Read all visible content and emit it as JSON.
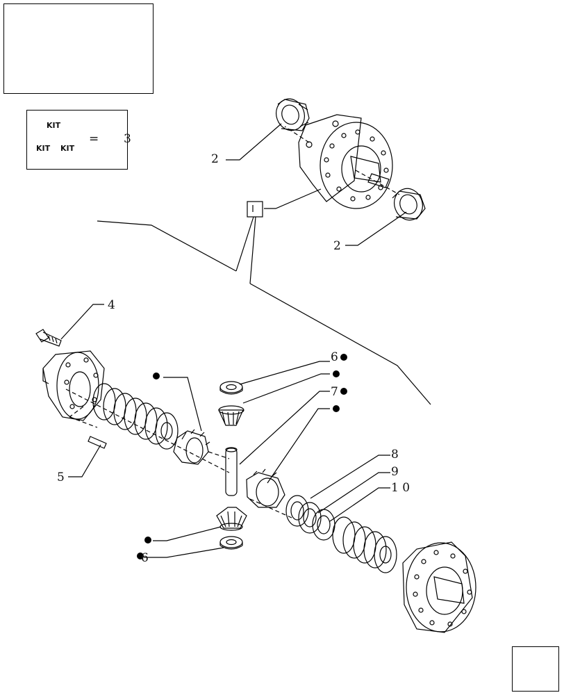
{
  "kit_legend": {
    "cube_text": "KIT",
    "equals": "=",
    "ref": "3"
  },
  "callouts": {
    "c2a": "2",
    "c2b": "2",
    "c4": "4",
    "c5": "5",
    "c6a": "6",
    "c6b": "6",
    "c7": "7",
    "c8": "8",
    "c9": "9",
    "c10": "1 0"
  },
  "icons": [
    "kit-cube-icon",
    "next-page-arrow-icon",
    "kit-marker-dot-icon"
  ]
}
